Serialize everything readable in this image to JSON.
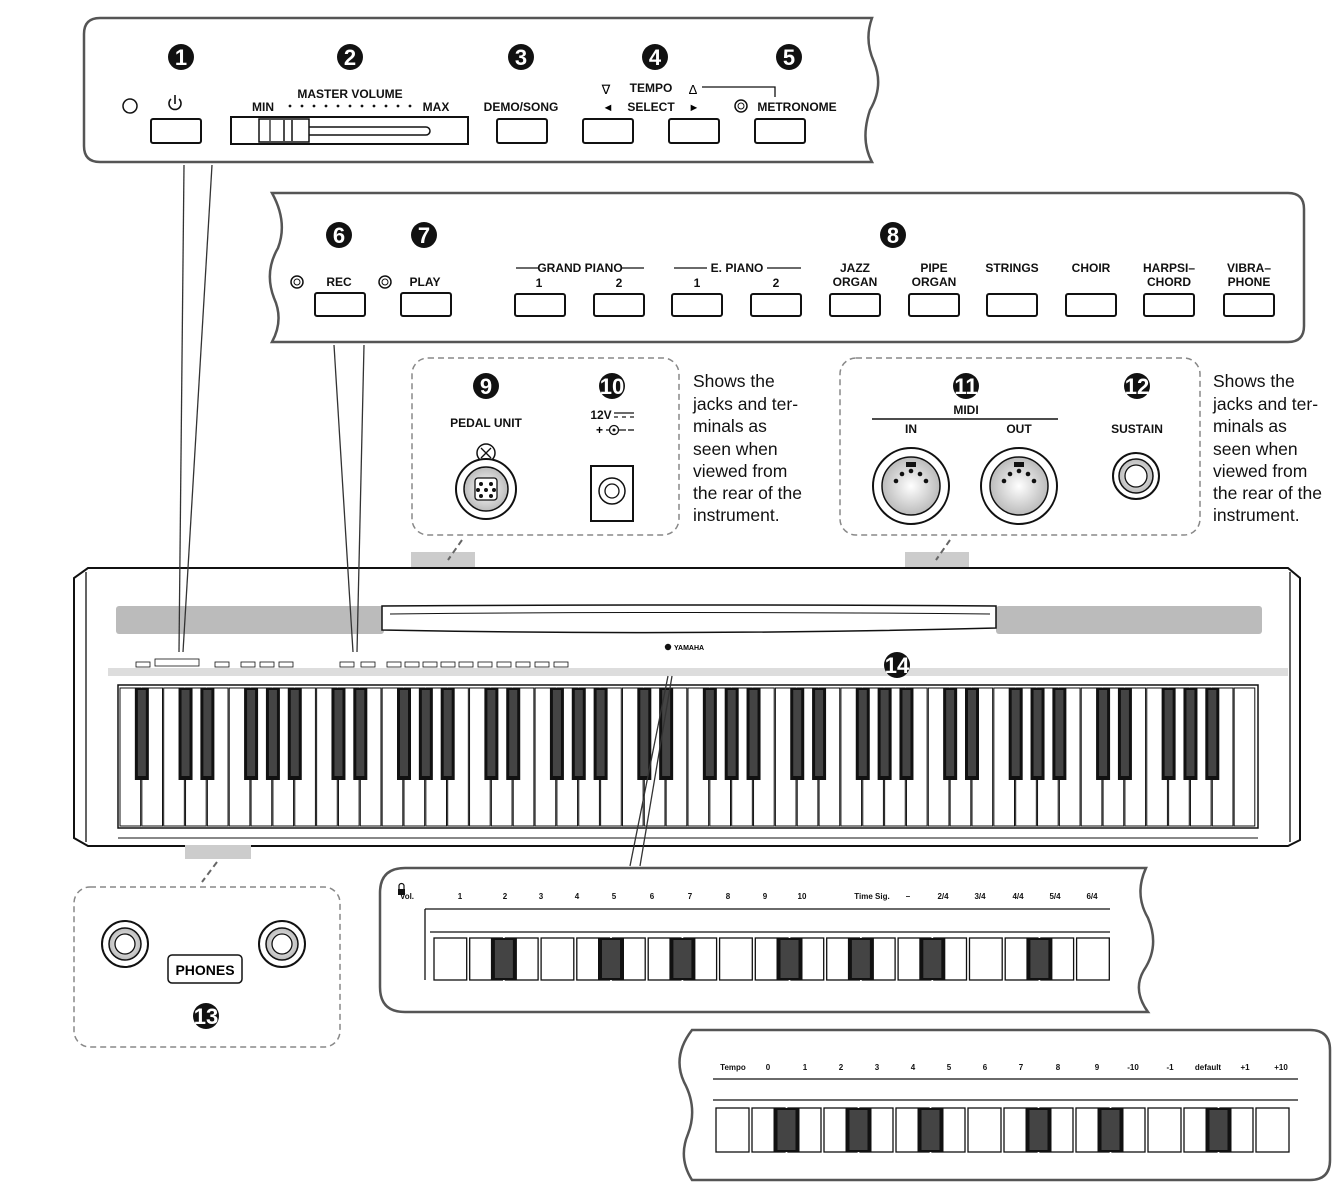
{
  "callouts": [
    "1",
    "2",
    "3",
    "4",
    "5",
    "6",
    "7",
    "8",
    "9",
    "10",
    "11",
    "12",
    "13",
    "14"
  ],
  "top_panel": {
    "master_volume": "MASTER VOLUME",
    "min": "MIN",
    "max": "MAX",
    "demo_song": "DEMO/SONG",
    "tempo": "TEMPO",
    "select": "SELECT",
    "metronome": "METRONOME"
  },
  "voice_panel": {
    "rec": "REC",
    "play": "PLAY",
    "grand_piano": "GRAND  PIANO",
    "e_piano": "E. PIANO",
    "v1": "1",
    "v2": "2",
    "jazz_organ": [
      "JAZZ",
      "ORGAN"
    ],
    "pipe_organ": [
      "PIPE",
      "ORGAN"
    ],
    "strings": "STRINGS",
    "choir": "CHOIR",
    "harpsichord": [
      "HARPSI–",
      "CHORD"
    ],
    "vibraphone": [
      "VIBRA–",
      "PHONE"
    ]
  },
  "rear_left": {
    "pedal_unit": "PEDAL UNIT",
    "dc_in": "12V",
    "note": [
      "Shows the",
      "jacks and ter-",
      "minals as",
      "seen when",
      "viewed from",
      "the rear of the",
      "instrument."
    ]
  },
  "rear_right": {
    "midi": "MIDI",
    "in": "IN",
    "out": "OUT",
    "sustain": "SUSTAIN",
    "note": [
      "Shows the",
      "jacks and ter-",
      "minals as",
      "seen when",
      "viewed from",
      "the rear of the",
      "instrument."
    ]
  },
  "brand": "YAMAHA",
  "phones": "PHONES",
  "strip1": {
    "labels": [
      "Vol.",
      "1",
      "2",
      "3",
      "4",
      "5",
      "6",
      "7",
      "8",
      "9",
      "10",
      "Time Sig.",
      "–",
      "2/4",
      "3/4",
      "4/4",
      "5/4",
      "6/4"
    ]
  },
  "strip2": {
    "labels": [
      "Tempo",
      "0",
      "1",
      "2",
      "3",
      "4",
      "5",
      "6",
      "7",
      "8",
      "9",
      "-10",
      "-1",
      "default",
      "+1",
      "+10"
    ]
  }
}
